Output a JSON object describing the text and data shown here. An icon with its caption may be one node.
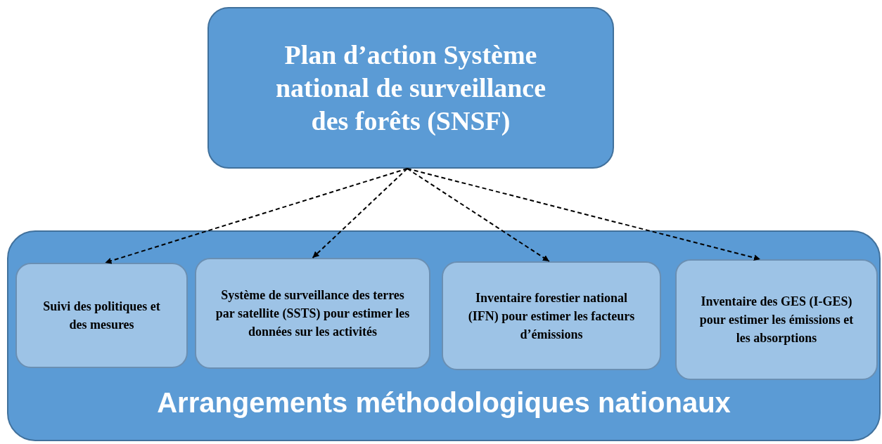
{
  "diagram": {
    "nodes": [
      {
        "text": [
          "Plan d’action Système national de surveillance des forêts (SNSF)"
        ]
      },
      {
        "text": [
          "Arrangements méthodologiques nationaux"
        ]
      },
      {
        "text": [
          "Suivi des politiques et des mesures"
        ],
        "in": 1
      },
      {
        "text": [
          "Système de surveillance des terres par satellite (SSTS) pour estimer les données sur les activités"
        ],
        "in": 1
      },
      {
        "text": [
          "Inventaire forestier national (IFN) pour estimer les facteurs d’émissions"
        ],
        "in": 1
      },
      {
        "text": [
          "Inventaire des GES (I-GES) pour estimer les émissions et les absorptions"
        ],
        "in": 1
      }
    ],
    "edges": [
      {
        "from": 0,
        "to": 2,
        "arrow": "to",
        "style": "dashed"
      },
      {
        "from": 0,
        "to": 3,
        "arrow": "to",
        "style": "dashed"
      },
      {
        "from": 0,
        "to": 4,
        "arrow": "to",
        "style": "dashed"
      },
      {
        "from": 0,
        "to": 5,
        "arrow": "to",
        "style": "dashed"
      }
    ]
  }
}
